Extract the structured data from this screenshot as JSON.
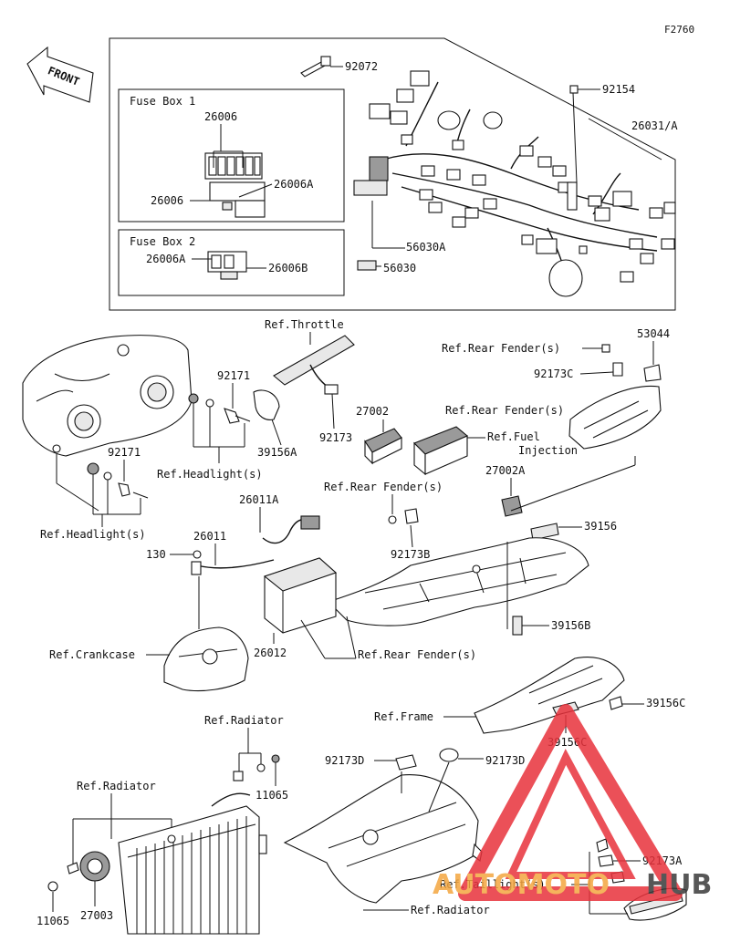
{
  "figure_code": "F2760",
  "front_label": "FRONT",
  "fuse_box_1": {
    "title": "Fuse Box 1",
    "parts": [
      "26006",
      "26006",
      "26006A"
    ]
  },
  "fuse_box_2": {
    "title": "Fuse Box 2",
    "parts": [
      "26006A",
      "26006B"
    ]
  },
  "harness_parts": [
    "92072",
    "92154",
    "26031/A",
    "56030A",
    "56030"
  ],
  "labels": {
    "p92072": "92072",
    "p92154": "92154",
    "p26031A": "26031/A",
    "p56030A": "56030A",
    "p56030": "56030",
    "fb1_26006_top": "26006",
    "fb1_26006_left": "26006",
    "fb1_26006A": "26006A",
    "fb2_26006A": "26006A",
    "fb2_26006B": "26006B",
    "ref_throttle": "Ref.Throttle",
    "p92171_a": "92171",
    "p92171_b": "92171",
    "ref_headlights_a": "Ref.Headlight(s)",
    "ref_headlights_b": "Ref.Headlight(s)",
    "p39156A": "39156A",
    "p92173": "92173",
    "p27002": "27002",
    "ref_fuel_injection_1": "Ref.Fuel",
    "ref_fuel_injection_2": "Injection",
    "ref_rear_fender_a": "Ref.Rear Fender(s)",
    "ref_rear_fender_b": "Ref.Rear Fender(s)",
    "ref_rear_fender_c": "Ref.Rear Fender(s)",
    "ref_rear_fender_d": "Ref.Rear Fender(s)",
    "p53044": "53044",
    "p92173C": "92173C",
    "p27002A": "27002A",
    "p26011A": "26011A",
    "p26011": "26011",
    "p130": "130",
    "p92173B": "92173B",
    "p39156": "39156",
    "p39156B": "39156B",
    "p26012": "26012",
    "ref_crankcase": "Ref.Crankcase",
    "ref_frame": "Ref.Frame",
    "p39156C_a": "39156C",
    "p39156C_b": "39156C",
    "ref_radiator_a": "Ref.Radiator",
    "ref_radiator_b": "Ref.Radiator",
    "ref_radiator_c": "Ref.Radiator",
    "p11065_a": "11065",
    "p11065_b": "11065",
    "p92173D_a": "92173D",
    "p92173D_b": "92173D",
    "p27003": "27003",
    "ref_taillights": "Ref.Taillight(s)",
    "p92173A": "92173A"
  },
  "watermark": {
    "text_left": "AUTOMOTO",
    "text_right": "HUB",
    "color_accent": "#e8323c",
    "color_text": "#f4a640",
    "color_dark": "#3a3a3a"
  }
}
